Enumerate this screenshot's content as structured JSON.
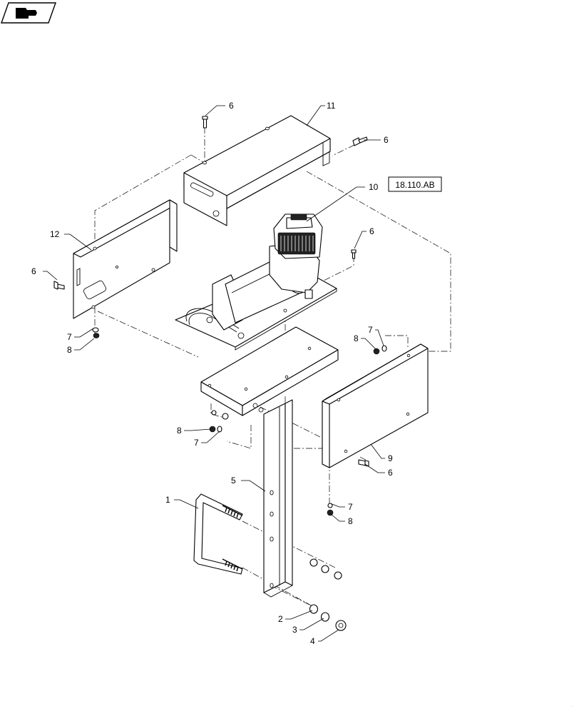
{
  "callouts": [
    {
      "id": "c6a",
      "label": "6"
    },
    {
      "id": "c11",
      "label": "11"
    },
    {
      "id": "c6b",
      "label": "6"
    },
    {
      "id": "c10",
      "label": "10"
    },
    {
      "id": "c12",
      "label": "12"
    },
    {
      "id": "c6c",
      "label": "6"
    },
    {
      "id": "c6d",
      "label": "6"
    },
    {
      "id": "c7a",
      "label": "7"
    },
    {
      "id": "c8a",
      "label": "8"
    },
    {
      "id": "c8b",
      "label": "8"
    },
    {
      "id": "c7b",
      "label": "7"
    },
    {
      "id": "c8c",
      "label": "8"
    },
    {
      "id": "c7c",
      "label": "7"
    },
    {
      "id": "c9",
      "label": "9"
    },
    {
      "id": "c6e",
      "label": "6"
    },
    {
      "id": "c5",
      "label": "5"
    },
    {
      "id": "c1",
      "label": "1"
    },
    {
      "id": "c7d",
      "label": "7"
    },
    {
      "id": "c8d",
      "label": "8"
    },
    {
      "id": "c2",
      "label": "2"
    },
    {
      "id": "c3",
      "label": "3"
    },
    {
      "id": "c4",
      "label": "4"
    }
  ],
  "reference_box": {
    "label": "18.110.AB"
  },
  "icons": {
    "nav": "hand-pointer-icon"
  }
}
